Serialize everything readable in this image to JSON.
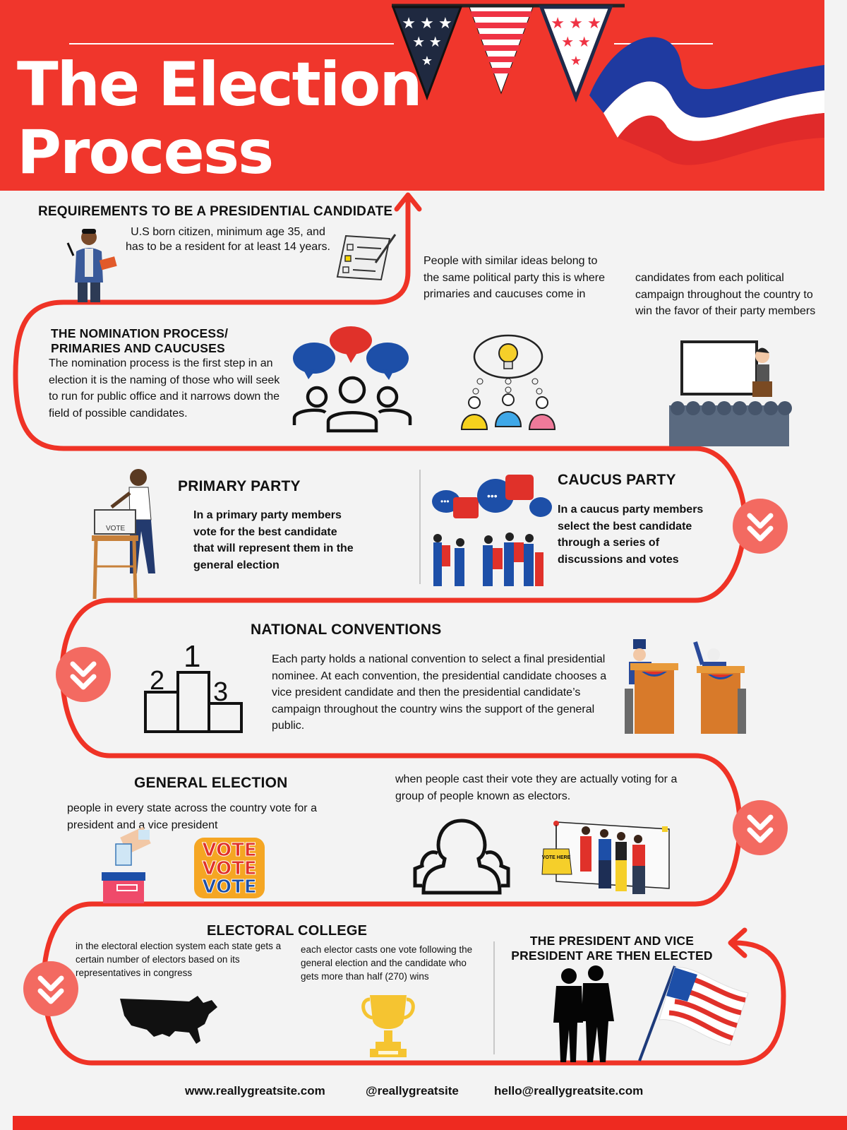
{
  "header": {
    "title": "The Election\nProcess"
  },
  "sections": {
    "requirements": {
      "heading": "REQUIREMENTS TO BE A PRESIDENTIAL CANDIDATE",
      "text": "U.S born citizen, minimum age 35, and has to be a resident for at least 14 years."
    },
    "nomination": {
      "heading": "THE NOMINATION PROCESS/ PRIMARIES AND CAUCUSES",
      "text": "The nomination process is the first step in an election it is the naming of those who will seek to run for public office and it narrows down the field of possible candidates.",
      "side_text_1": "People with similar ideas belong to the same political party this is where primaries and caucuses come in",
      "side_text_2": "candidates from each political campaign throughout the country to win the favor of their party members"
    },
    "primary": {
      "heading": "PRIMARY PARTY",
      "text": "In a primary party members vote for the best candidate that will represent them in the general election",
      "ballot_label": "VOTE"
    },
    "caucus": {
      "heading": "CAUCUS PARTY",
      "text": "In a caucus party members select the best candidate through a series of discussions and votes"
    },
    "conventions": {
      "heading": "NATIONAL CONVENTIONS",
      "text": "Each party holds a national convention to select a final presidential nominee. At each convention, the presidential candidate chooses a vice president candidate and then the presidential candidate’s campaign throughout the country wins the support of the general public.",
      "podium": [
        "2",
        "1",
        "3"
      ]
    },
    "general": {
      "heading": "GENERAL ELECTION",
      "text": "people in every state across the country vote for a president and a vice president",
      "side_text": "when people cast their vote they are actually voting for a group of people known as electors.",
      "vote_sticker": [
        "VOTE",
        "VOTE",
        "VOTE"
      ],
      "sign_text": "VOTE HERE"
    },
    "electoral": {
      "heading": "ELECTORAL COLLEGE",
      "text_1": "in the electoral election system each state gets a certain number of electors based on its representatives in congress",
      "text_2": "each elector casts one vote following the general election and the candidate who gets more than half (270) wins"
    },
    "elected": {
      "heading": "THE PRESIDENT AND VICE PRESIDENT ARE THEN ELECTED"
    }
  },
  "footer": {
    "website": "www.reallygreatsite.com",
    "handle": "@reallygreatsite",
    "email": "hello@reallygreatsite.com"
  },
  "colors": {
    "accent_red": "#f0362c",
    "badge_red": "#f36a61",
    "navy": "#1f3a8a",
    "ink": "#111111"
  },
  "icons": [
    "pennant-stars-icon",
    "pennant-stripes-icon",
    "ribbon-icon",
    "checklist-icon",
    "speech-bubbles-icon",
    "group-icon",
    "lightbulb-icon",
    "presentation-icon",
    "ballot-box-icon",
    "chevron-double-down-icon",
    "podium-icon",
    "podium-speakers-icon",
    "hand-vote-icon",
    "usa-map-icon",
    "trophy-icon",
    "silhouette-men-icon",
    "us-flag-icon"
  ]
}
